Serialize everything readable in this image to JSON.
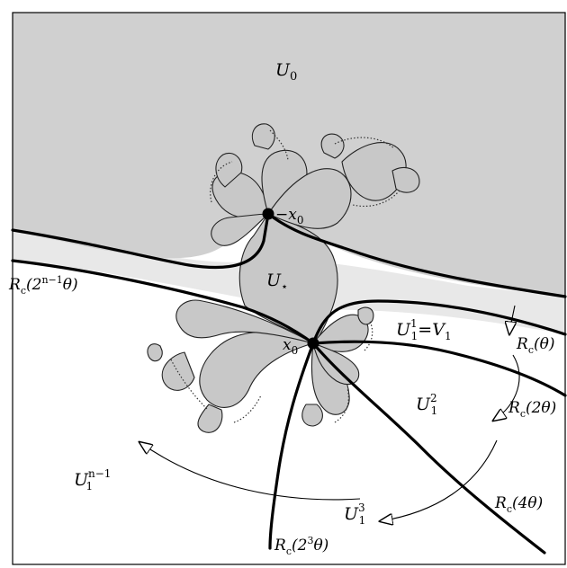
{
  "colors": {
    "basin_infinity": "#d0d0d0",
    "strip": "#e8e8e8",
    "filled_julia": "#c8c8c8",
    "outside": "#ffffff",
    "ink": "#000000"
  },
  "labels": {
    "U0": "U",
    "U0_sub": "0",
    "Ustar": "U",
    "Ustar_sub": "⋆",
    "minus_x0": "−x",
    "minus_x0_sub": "0",
    "x0": "x",
    "x0_sub": "0",
    "U11": "U",
    "U11_sup": "1",
    "U11_sub": "1",
    "U11_eq": "=V",
    "U11_eq_sub": "1",
    "U12": "U",
    "U12_sup": "2",
    "U12_sub": "1",
    "U13": "U",
    "U13_sup": "3",
    "U13_sub": "1",
    "U1n": "U",
    "U1n_sup": "n−1",
    "U1n_sub": "1",
    "R_theta": "R",
    "R_theta_sub": "c",
    "R_theta_arg": "(θ)",
    "R_2theta": "R",
    "R_2theta_sub": "c",
    "R_2theta_arg": "(2θ)",
    "R_4theta": "R",
    "R_4theta_sub": "c",
    "R_4theta_arg": "(4θ)",
    "R_8theta": "R",
    "R_8theta_sub": "c",
    "R_8theta_arg": "(2",
    "R_8theta_sup": "3",
    "R_8theta_arg2": "θ)",
    "R_last": "R",
    "R_last_sub": "c",
    "R_last_arg": "(2",
    "R_last_sup": "n−1",
    "R_last_arg2": "θ)"
  }
}
